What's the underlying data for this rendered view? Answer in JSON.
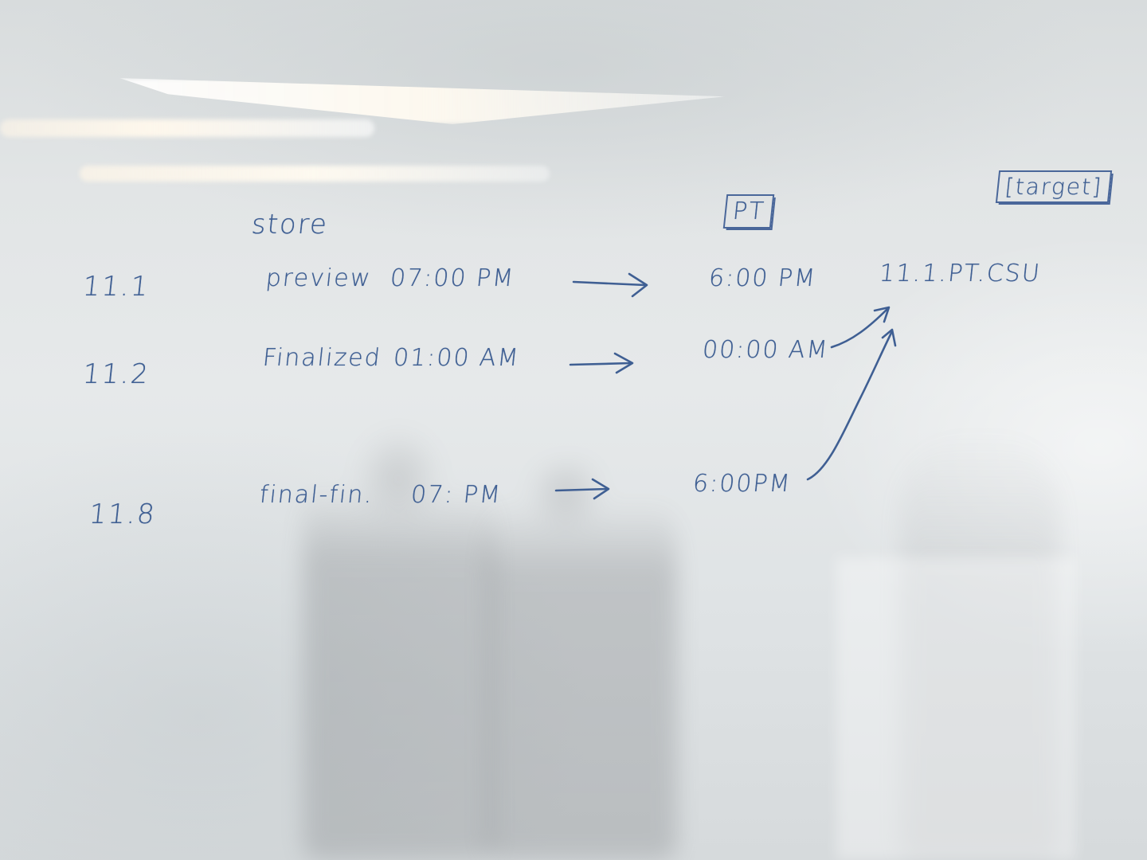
{
  "board": {
    "store_heading": "store",
    "pt_heading": "PT",
    "target_heading": "[target]",
    "rows": [
      {
        "date": "11.1",
        "event": "preview",
        "store_time": "07:00 PM",
        "pt_time": "6:00 PM"
      },
      {
        "date": "11.2",
        "event": "Finalized",
        "store_time": "01:00 AM",
        "pt_time": "00:00 AM"
      },
      {
        "date": "11.8",
        "event": "final-fin.",
        "store_time": "07: PM",
        "pt_time": "6:00PM"
      }
    ],
    "target_value": "11.1.PT.CSU"
  },
  "colors": {
    "ink": "#3f5f93",
    "board": "#e3e6e7"
  }
}
